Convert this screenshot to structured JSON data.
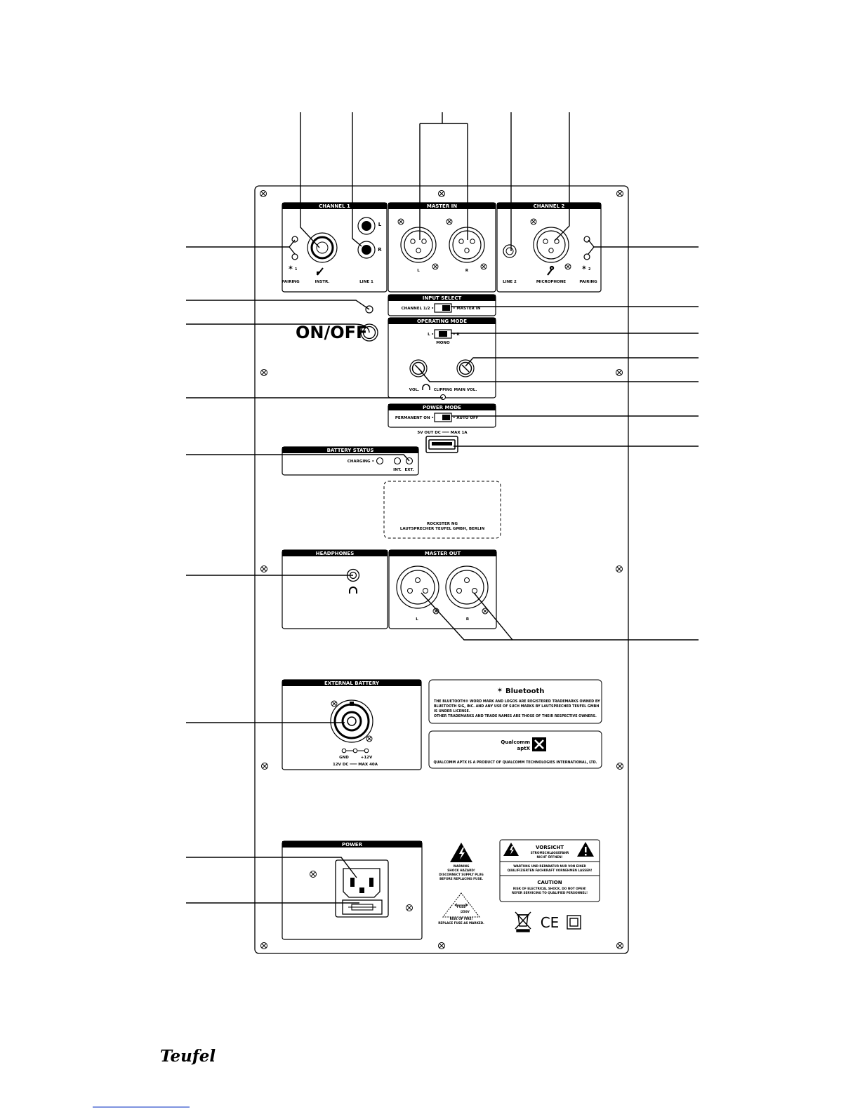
{
  "panels": {
    "channel1": "CHANNEL 1",
    "master_in": "MASTER IN",
    "channel2": "CHANNEL 2",
    "input_select": "INPUT SELECT",
    "operating_mode": "OPERATING MODE",
    "power_mode": "POWER MODE",
    "battery_status": "BATTERY STATUS",
    "headphones": "HEADPHONES",
    "master_out": "MASTER OUT",
    "external_battery": "EXTERNAL BATTERY",
    "power": "POWER"
  },
  "labels": {
    "pairing": "PAIRING",
    "bt_num_1": "1",
    "bt_num_2": "2",
    "instr": "INSTR.",
    "line1": "LINE 1",
    "line_l": "L",
    "line_r": "R",
    "xlr_l": "L",
    "xlr_r": "R",
    "line2": "LINE 2",
    "microphone": "MICROPHONE",
    "on_off": "ON/OFF",
    "input_select_left": "CHANNEL 1/2 •",
    "input_select_right": "• MASTER IN",
    "op_left": "L •",
    "op_right": "• R",
    "op_mono": "MONO",
    "vol": "VOL.",
    "main_vol": "MAIN VOL.",
    "clipping": "CLIPPING",
    "permanent_on": "PERMANENT ON •",
    "auto_off": "• AUTO OFF",
    "usb": "5V OUT DC ═══ MAX 1A",
    "charging": "CHARGING •",
    "int": "INT.",
    "ext": "EXT.",
    "address_1": "ROCKSTER NG",
    "address_2": "LAUTSPRECHER TEUFEL GMBH, BERLIN",
    "out_l": "L",
    "out_r": "R",
    "gnd": "GND",
    "plus12": "+12V",
    "ext_rating": "12V DC ═══ MAX 40A"
  },
  "bluetooth_box": {
    "logo": "Bluetooth",
    "line1": "THE BLUETOOTH® WORD MARK AND LOGOS ARE REGISTERED TRADEMARKS OWNED BY",
    "line2": "BLUETOOTH SIG, INC. AND ANY USE OF SUCH MARKS BY LAUTSPRECHER TEUFEL GMBH",
    "line3": "IS UNDER LICENSE.",
    "line4": "OTHER TRADEMARKS AND TRADE NAMES ARE THOSE OF THEIR RESPECTIVE OWNERS."
  },
  "aptx_box": {
    "logo1": "Qualcomm",
    "logo2": "aptX",
    "text": "QUALCOMM APTX IS A PRODUCT OF QUALCOMM TECHNOLOGIES INTERNATIONAL, LTD."
  },
  "warning_small": {
    "w1": "WARNING",
    "w2": "SHOCK HAZARD!",
    "w3": "DISCONNECT SUPPLY PLUG",
    "w4": "BEFORE REPLACING FUSE.",
    "fuse": "FUSE",
    "fuse_rating": "/250V",
    "f1": "RISK OF FIRE!",
    "f2": "REPLACE FUSE AS MARKED."
  },
  "vorsicht_box": {
    "title": "VORSICHT",
    "sub1": "STROMSCHLAGGEFAHR",
    "sub2": "NICHT ÖFFNEN!",
    "de1": "WARTUNG UND REPARATUR NUR VON EINER",
    "de2": "QUALIFIZIERTEN FACHKRAFT VORNEHMEN LASSEN!",
    "caution": "CAUTION",
    "en1": "RISK OF ELECTRICAL SHOCK. DO NOT OPEN!",
    "en2": "REFER SERVICING TO QUALIFIED PERSONNEL!"
  },
  "ce": "CE",
  "brand": "Teufel"
}
